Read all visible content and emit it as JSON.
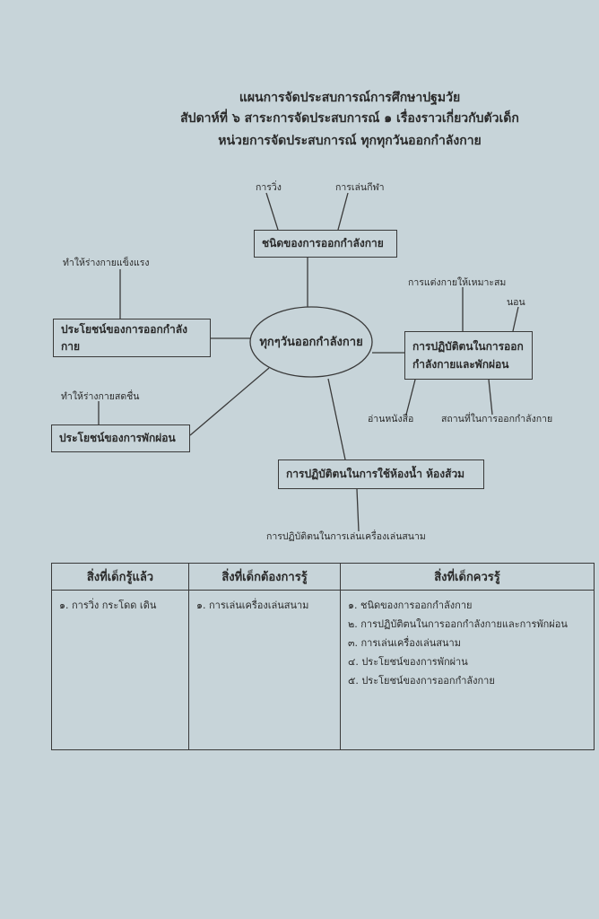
{
  "header": {
    "line1": "แผนการจัดประสบการณ์การศึกษาปฐมวัย",
    "line2": "สัปดาห์ที่ ๖ สาระการจัดประสบการณ์ ๑ เรื่องราวเกี่ยวกับตัวเด็ก",
    "line3": "หน่วยการจัดประสบการณ์ ทุกทุกวันออกกำลังกาย"
  },
  "mindmap": {
    "center": "ทุกๆวันออกกำลังกาย",
    "types_box": "ชนิดของการออกกำลังกาย",
    "types_leaves": [
      "การวิ่ง",
      "การเล่นกีฬา"
    ],
    "exercise_benefit_box": "ประโยชน์ของการออกกำลังกาย",
    "exercise_benefit_leaf": "ทำให้ร่างกายแข็งแรง",
    "rest_benefit_box": "ประโยชน์ของการพักผ่อน",
    "rest_benefit_leaf": "ทำให้ร่างกายสดชื่น",
    "practice_box_line1": "การปฏิบัติตนในการออก",
    "practice_box_line2": "กำลังกายและพักผ่อน",
    "practice_leaves": [
      "การแต่งกายให้เหมาะสม",
      "นอน",
      "อ่านหนังสือ",
      "สถานที่ในการออกกำลังกาย"
    ],
    "bathroom_box": "การปฏิบัติตนในการใช้ห้องน้ำ ห้องส้วม",
    "bathroom_leaf": "การปฏิบัติตนในการเล่นเครื่องเล่นสนาม"
  },
  "table": {
    "headers": [
      "สิ่งที่เด็กรู้แล้ว",
      "สิ่งที่เด็กต้องการรู้",
      "สิ่งที่เด็กควรรู้"
    ],
    "known": [
      "๑. การวิ่ง  กระโดด เดิน"
    ],
    "want": [
      "๑. การเล่นเครื่องเล่นสนาม"
    ],
    "should": [
      "๑. ชนิดของการออกกำลังกาย",
      "๒. การปฏิบัติตนในการออกกำลังกายและการพักผ่อน",
      "๓. การเล่นเครื่องเล่นสนาม",
      "๔. ประโยชน์ของการพักผ่าน",
      "๕. ประโยชน์ของการออกกำลังกาย"
    ]
  }
}
